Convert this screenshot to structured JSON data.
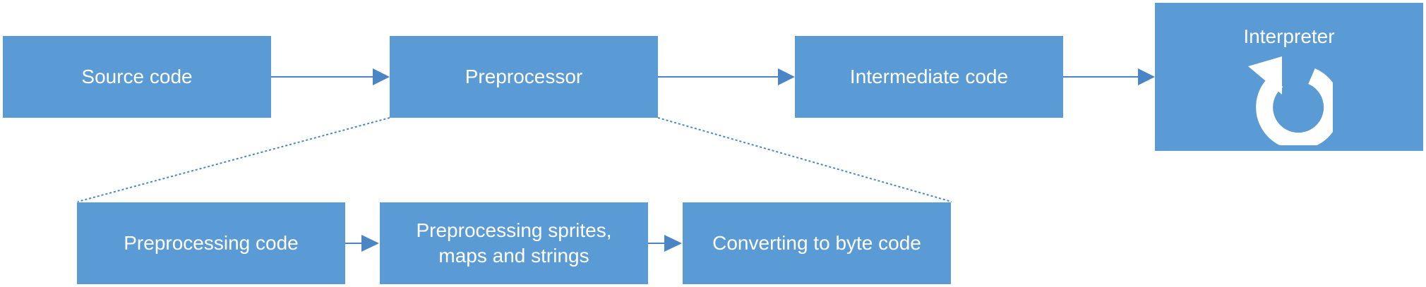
{
  "colors": {
    "box_fill": "#5b9bd5",
    "connector": "#4a86c5",
    "text": "#ffffff"
  },
  "top_row": {
    "source": "Source code",
    "preprocessor": "Preprocessor",
    "intermediate": "Intermediate code",
    "interpreter": "Interpreter"
  },
  "bottom_row": {
    "step1": "Preprocessing code",
    "step2_line1": "Preprocessing sprites,",
    "step2_line2": "maps and strings",
    "step3": "Converting to byte code"
  },
  "icons": {
    "interpreter_icon": "circular-arrow-icon"
  }
}
